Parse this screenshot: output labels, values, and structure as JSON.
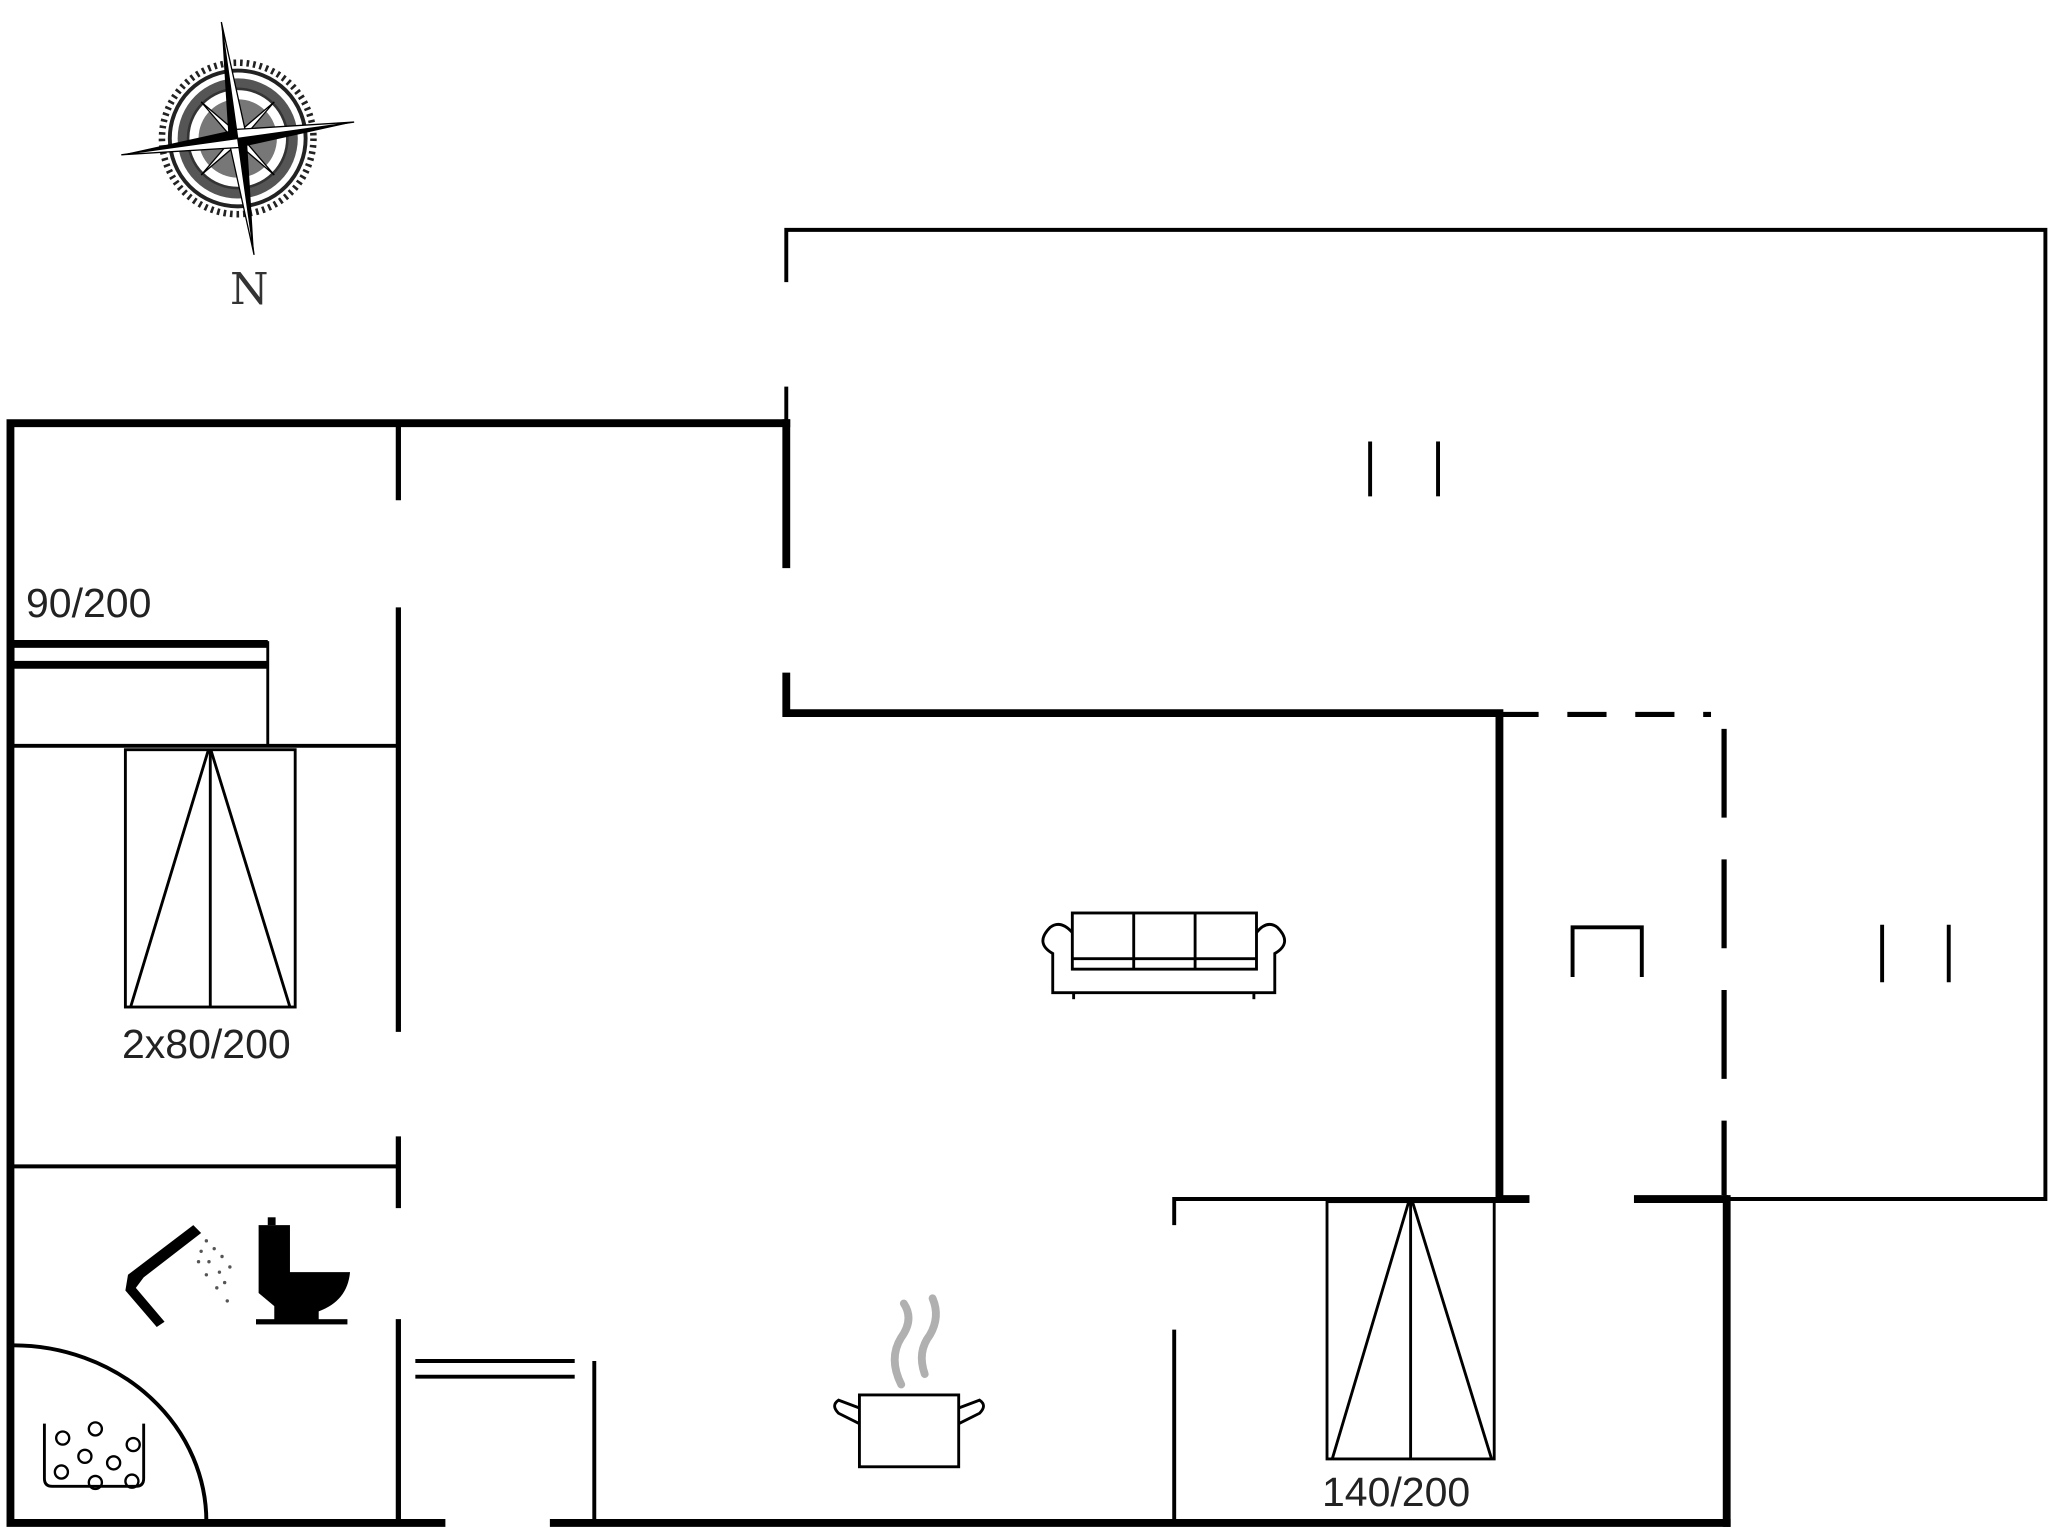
{
  "title": "Floor plan",
  "compass": {
    "icon": "compass-rose-icon",
    "north_label": "N"
  },
  "beds": [
    {
      "id": "bed-single",
      "label": "90/200",
      "type": "bunk/single bed"
    },
    {
      "id": "bed-twin",
      "label": "2x80/200",
      "type": "twin beds"
    },
    {
      "id": "bed-double",
      "label": "140/200",
      "type": "double bed"
    }
  ],
  "rooms": [
    {
      "name": "bedroom-1",
      "contains": [
        "bed-single"
      ]
    },
    {
      "name": "bedroom-2",
      "contains": [
        "bed-twin"
      ]
    },
    {
      "name": "bathroom",
      "contains": [
        "shower-icon",
        "toilet-icon",
        "sauna-stove-icon"
      ]
    },
    {
      "name": "living-room",
      "contains": [
        "sofa-icon"
      ]
    },
    {
      "name": "kitchen",
      "contains": [
        "cooking-pot-icon"
      ]
    },
    {
      "name": "bedroom-3",
      "contains": [
        "bed-double"
      ]
    },
    {
      "name": "terrace",
      "contains": []
    },
    {
      "name": "covered-terrace",
      "contains": []
    }
  ],
  "colors": {
    "line": "#000000",
    "steam": "#b0b0b0",
    "text": "#222222",
    "background": "#ffffff"
  }
}
